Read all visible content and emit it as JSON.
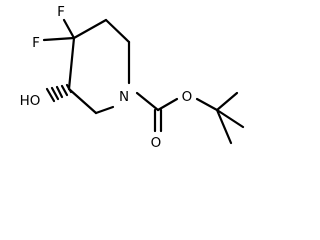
{
  "molecule": {
    "atoms": {
      "fluorine_1": "F",
      "fluorine_2": "F",
      "hydroxyl": "HO",
      "ring_nitrogen": "N",
      "carbonyl_oxygen": "O",
      "ester_oxygen": "O"
    }
  },
  "colors": {
    "bond": "#000000",
    "label": "#000000",
    "background": "#ffffff"
  }
}
